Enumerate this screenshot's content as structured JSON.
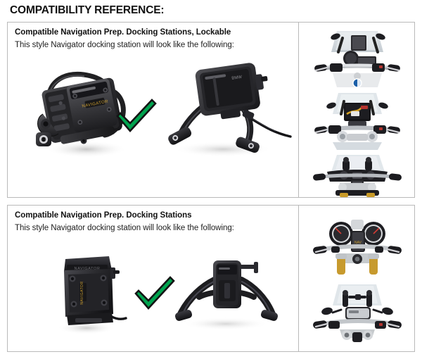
{
  "document": {
    "heading": "COMPATIBILITY REFERENCE:"
  },
  "colors": {
    "check_green": "#00a44f",
    "check_outline": "#111111",
    "panel_border": "#b9b9b9",
    "text": "#111111",
    "product_black": "#2b2b2d",
    "bmw_blue": "#1b5fa8"
  },
  "panels": [
    {
      "id": "lockable",
      "title": "Compatible Navigation Prep. Docking Stations, Lockable",
      "subtitle": "This style Navigator docking station will look like the following:",
      "product_left_alt": "lockable-navigator-docking-station-cradle",
      "separator_icon": "green-check-icon",
      "product_right_alt": "lockable-docking-station-mounted-bracket-with-cable",
      "photos": [
        {
          "alt": "motorcycle-cockpit-bmw-r1200gs-with-navigator",
          "caption": ""
        },
        {
          "alt": "motorcycle-cockpit-bmw-r1200gs-adventure-with-navigator",
          "caption": ""
        },
        {
          "alt": "motorcycle-cockpit-bmw-r1200rt-with-navigator",
          "caption": ""
        }
      ]
    },
    {
      "id": "standard",
      "title": "Compatible Navigation Prep. Docking Stations",
      "subtitle": "This style Navigator docking station will look like the following:",
      "product_left_alt": "standard-navigator-docking-station-cradle",
      "separator_icon": "green-check-icon",
      "product_right_alt": "standard-docking-station-mounted-bracket",
      "photos": [
        {
          "alt": "motorcycle-cockpit-bmw-rninet-with-navigator-mount",
          "caption": ""
        },
        {
          "alt": "motorcycle-cockpit-bmw-f800gs-with-navigator",
          "caption": ""
        }
      ]
    }
  ]
}
